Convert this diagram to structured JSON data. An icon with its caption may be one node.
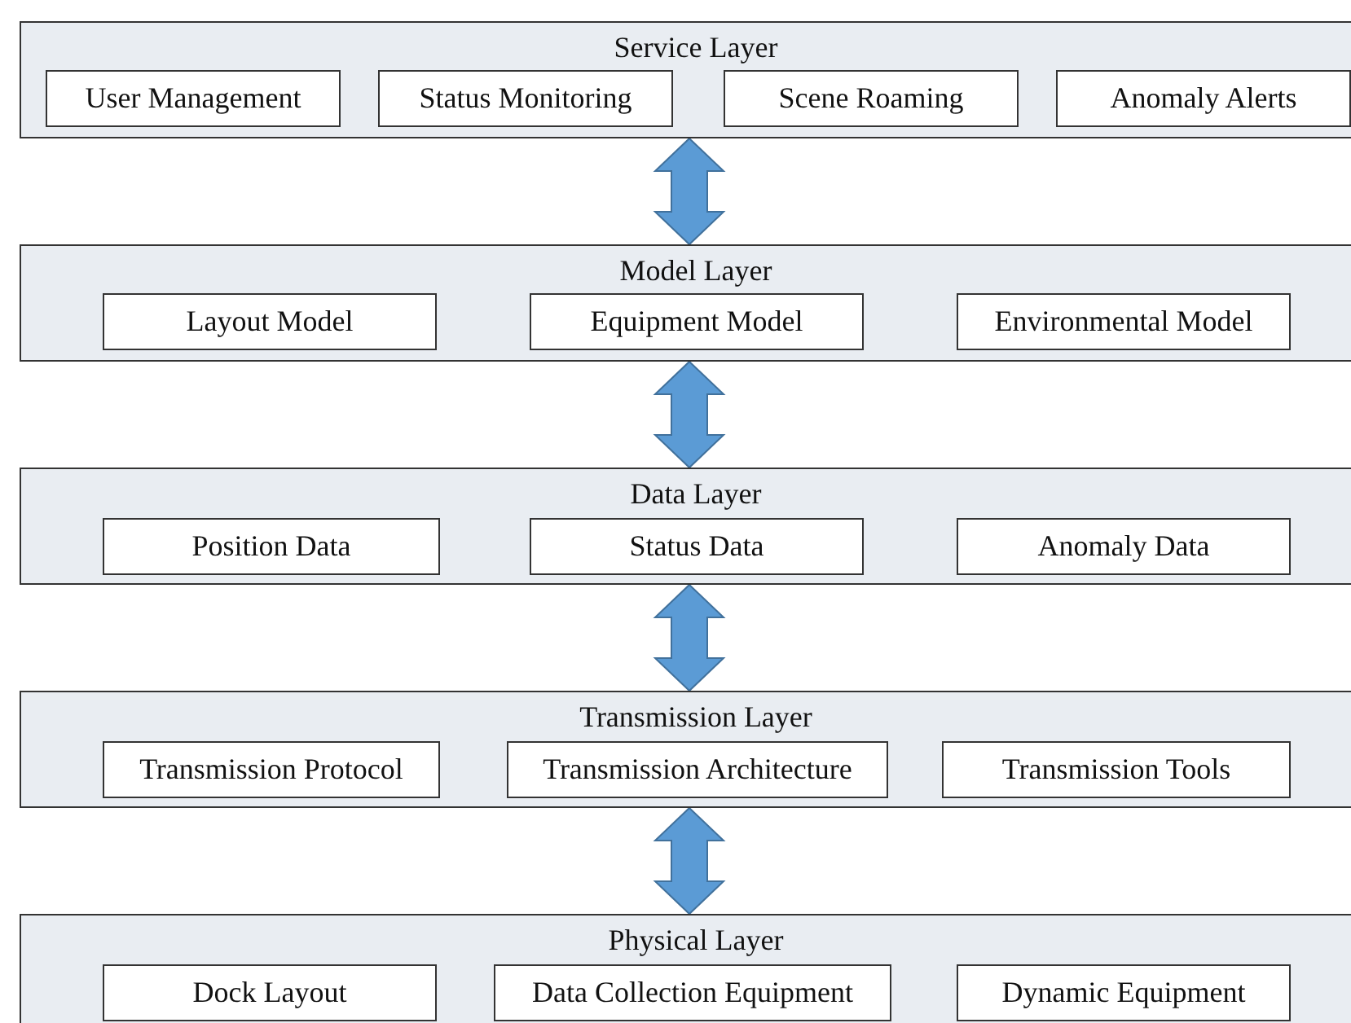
{
  "diagram": {
    "nodes": [
      {
        "text": [
          "Service Layer"
        ]
      },
      {
        "text": [
          "User Management"
        ],
        "in": 0
      },
      {
        "text": [
          "Status Monitoring"
        ],
        "in": 0
      },
      {
        "text": [
          "Scene Roaming"
        ],
        "in": 0
      },
      {
        "text": [
          "Anomaly Alerts"
        ],
        "in": 0
      },
      {
        "text": [
          "Model Layer"
        ]
      },
      {
        "text": [
          "Layout Model"
        ],
        "in": 5
      },
      {
        "text": [
          "Equipment Model"
        ],
        "in": 5
      },
      {
        "text": [
          "Environmental Model"
        ],
        "in": 5
      },
      {
        "text": [
          "Data Layer"
        ]
      },
      {
        "text": [
          "Position Data"
        ],
        "in": 9
      },
      {
        "text": [
          "Status Data"
        ],
        "in": 9
      },
      {
        "text": [
          "Anomaly Data"
        ],
        "in": 9
      },
      {
        "text": [
          "Transmission Layer"
        ]
      },
      {
        "text": [
          "Transmission Protocol"
        ],
        "in": 13
      },
      {
        "text": [
          "Transmission Architecture"
        ],
        "in": 13
      },
      {
        "text": [
          "Transmission Tools"
        ],
        "in": 13
      },
      {
        "text": [
          "Physical Layer"
        ]
      },
      {
        "text": [
          "Dock Layout"
        ],
        "in": 17
      },
      {
        "text": [
          "Data Collection Equipment"
        ],
        "in": 17
      },
      {
        "text": [
          "Dynamic Equipment"
        ],
        "in": 17
      }
    ],
    "edges": [
      {
        "from": 0,
        "to": 5,
        "arrow": "both"
      },
      {
        "from": 5,
        "to": 9,
        "arrow": "both"
      },
      {
        "from": 9,
        "to": 13,
        "arrow": "both"
      },
      {
        "from": 13,
        "to": 17,
        "arrow": "both"
      }
    ]
  }
}
